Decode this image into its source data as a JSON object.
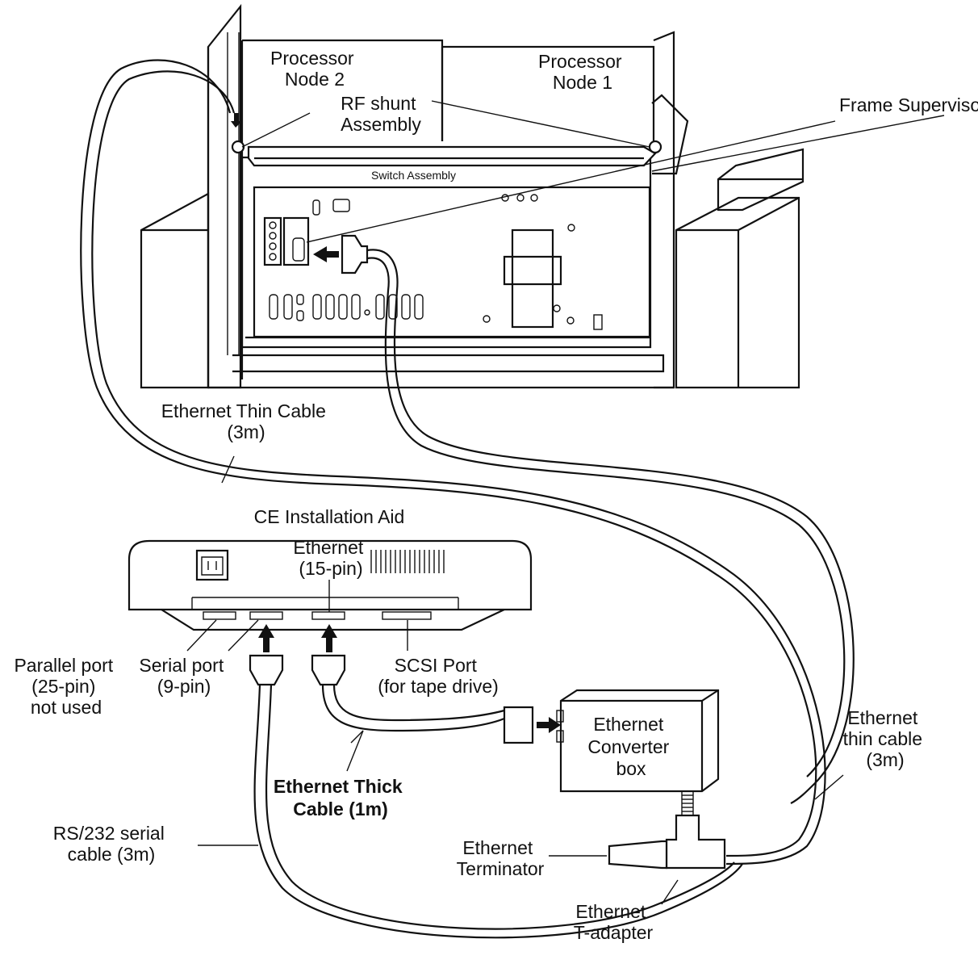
{
  "labels": {
    "processor_node_2": [
      "Processor",
      "Node 2"
    ],
    "processor_node_1": [
      "Processor",
      "Node 1"
    ],
    "rf_shunt": [
      "RF shunt",
      "Assembly"
    ],
    "frame_supervisor": "Frame Supervisor",
    "switch_assembly": "Switch Assembly",
    "ethernet_thin_cable_top": [
      "Ethernet Thin Cable",
      "(3m)"
    ],
    "ce_installation_aid": "CE Installation Aid",
    "ethernet_port": [
      "Ethernet",
      "(15-pin)"
    ],
    "parallel_port": [
      "Parallel port",
      "(25-pin)",
      "not used"
    ],
    "serial_port": [
      "Serial port",
      "(9-pin)"
    ],
    "scsi_port": [
      "SCSI Port",
      "(for tape drive)"
    ],
    "ethernet_converter_box": [
      "Ethernet",
      "Converter",
      "box"
    ],
    "ethernet_thin_cable_right": [
      "Ethernet",
      "thin cable",
      "(3m)"
    ],
    "ethernet_thick_cable": [
      "Ethernet Thick",
      "Cable (1m)"
    ],
    "rs232_cable": [
      "RS/232 serial",
      "cable (3m)"
    ],
    "ethernet_terminator": [
      "Ethernet",
      "Terminator"
    ],
    "ethernet_t_adapter": [
      "Ethernet",
      "T-adapter"
    ]
  }
}
